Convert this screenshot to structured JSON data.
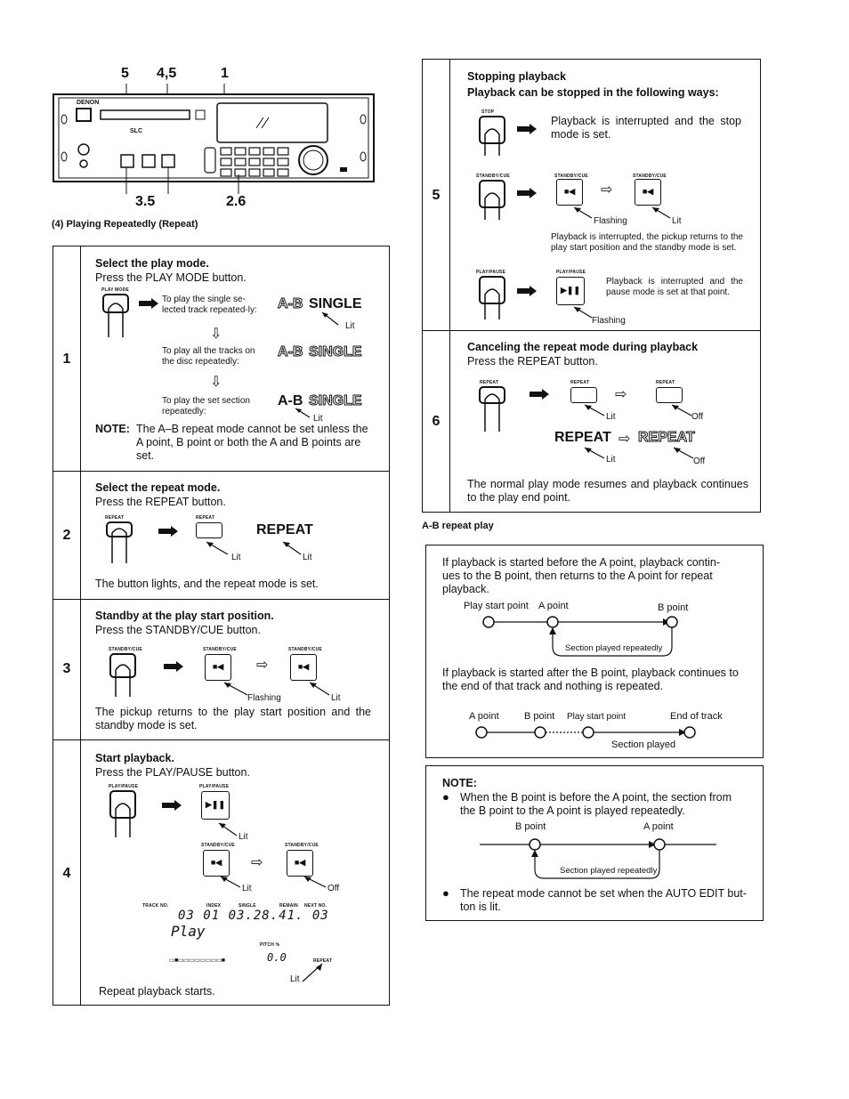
{
  "header": {
    "callouts_top": [
      "5",
      "4,5",
      "1"
    ],
    "callouts_bottom": [
      "3.5",
      "2.6"
    ],
    "device_brand": "DENON",
    "device_model": "SLC",
    "section_title": "(4) Playing Repeatedly (Repeat)"
  },
  "steps": {
    "s1": {
      "num": "1",
      "title": "Select the play mode.",
      "instruction": "Press the PLAY MODE button.",
      "btn_label": "PLAY MODE",
      "mode1_text": "To play the single se-lected track repeated-ly:",
      "mode2_text": "To play all the tracks on the disc repeatedly:",
      "mode3_text": "To play the set section repeatedly:",
      "ab": "A-B",
      "single": "SINGLE",
      "lit": "Lit",
      "note_label": "NOTE:",
      "note_text": "The A–B repeat mode cannot be set unless the A point, B point or both the A and B points are set."
    },
    "s2": {
      "num": "2",
      "title": "Select the repeat mode.",
      "instruction": "Press the REPEAT button.",
      "btn_label": "REPEAT",
      "repeat": "REPEAT",
      "lit": "Lit",
      "desc": "The button lights, and the repeat mode is set."
    },
    "s3": {
      "num": "3",
      "title": "Standby at the play start position.",
      "instruction": "Press the STANDBY/CUE button.",
      "btn_label": "STANDBY/CUE",
      "flashing": "Flashing",
      "lit": "Lit",
      "desc": "The pickup returns to the play start position and the standby mode is set."
    },
    "s4": {
      "num": "4",
      "title": "Start playback.",
      "instruction": "Press the PLAY/PAUSE button.",
      "btn_label": "PLAY/PAUSE",
      "btn_label2": "STANDBY/CUE",
      "lit": "Lit",
      "off": "Off",
      "display_labels": [
        "TRACK NO.",
        "INDEX",
        "SINGLE",
        "REMAIN",
        "NEXT NO."
      ],
      "display_digits": "03 01 03.28.41. 03",
      "display_word": "Play",
      "pitch_label": "PITCH %",
      "pitch_value": "0.0",
      "repeat_label": "REPEAT",
      "desc": "Repeat playback starts."
    },
    "s5": {
      "num": "5",
      "title": "Stopping playback",
      "subtitle": "Playback can be stopped in the following ways:",
      "stop_label": "STOP",
      "stop_desc": "Playback is interrupted and the stop mode is set.",
      "standby_label": "STANDBY/CUE",
      "flashing": "Flashing",
      "lit": "Lit",
      "standby_desc": "Playback is interrupted, the pickup returns to the play start position and the standby mode is set.",
      "pause_label": "PLAY/PAUSE",
      "pause_desc": "Playback is interrupted and the pause mode is set at that point."
    },
    "s6": {
      "num": "6",
      "title": "Canceling the repeat mode during playback",
      "instruction": "Press the REPEAT button.",
      "btn_label": "REPEAT",
      "repeat": "REPEAT",
      "lit": "Lit",
      "off": "Off",
      "desc": "The normal play mode resumes and playback continues to the play end point."
    }
  },
  "ab_section": {
    "title": "A-B repeat play",
    "para1": "If playback is started before the A point, playback contin-ues to the B point, then returns to the A point for repeat playback.",
    "d1_start": "Play start point",
    "d1_a": "A point",
    "d1_b": "B point",
    "d1_section": "Section played repeatedly",
    "para2": "If playback is started after the B point, playback continues to the end of that track and nothing is repeated.",
    "d2_a": "A point",
    "d2_b": "B point",
    "d2_start": "Play start point",
    "d2_end": "End of track",
    "d2_section": "Section played"
  },
  "note_box": {
    "label": "NOTE:",
    "bullet1": "When the B point is before the A point, the section from the B point to the A point is played repeatedly.",
    "d_b": "B point",
    "d_a": "A point",
    "d_section": "Section played repeatedly",
    "bullet2": "The repeat mode cannot be set when the AUTO EDIT but-ton is lit."
  },
  "colors": {
    "ink": "#111111",
    "paper": "#ffffff"
  }
}
